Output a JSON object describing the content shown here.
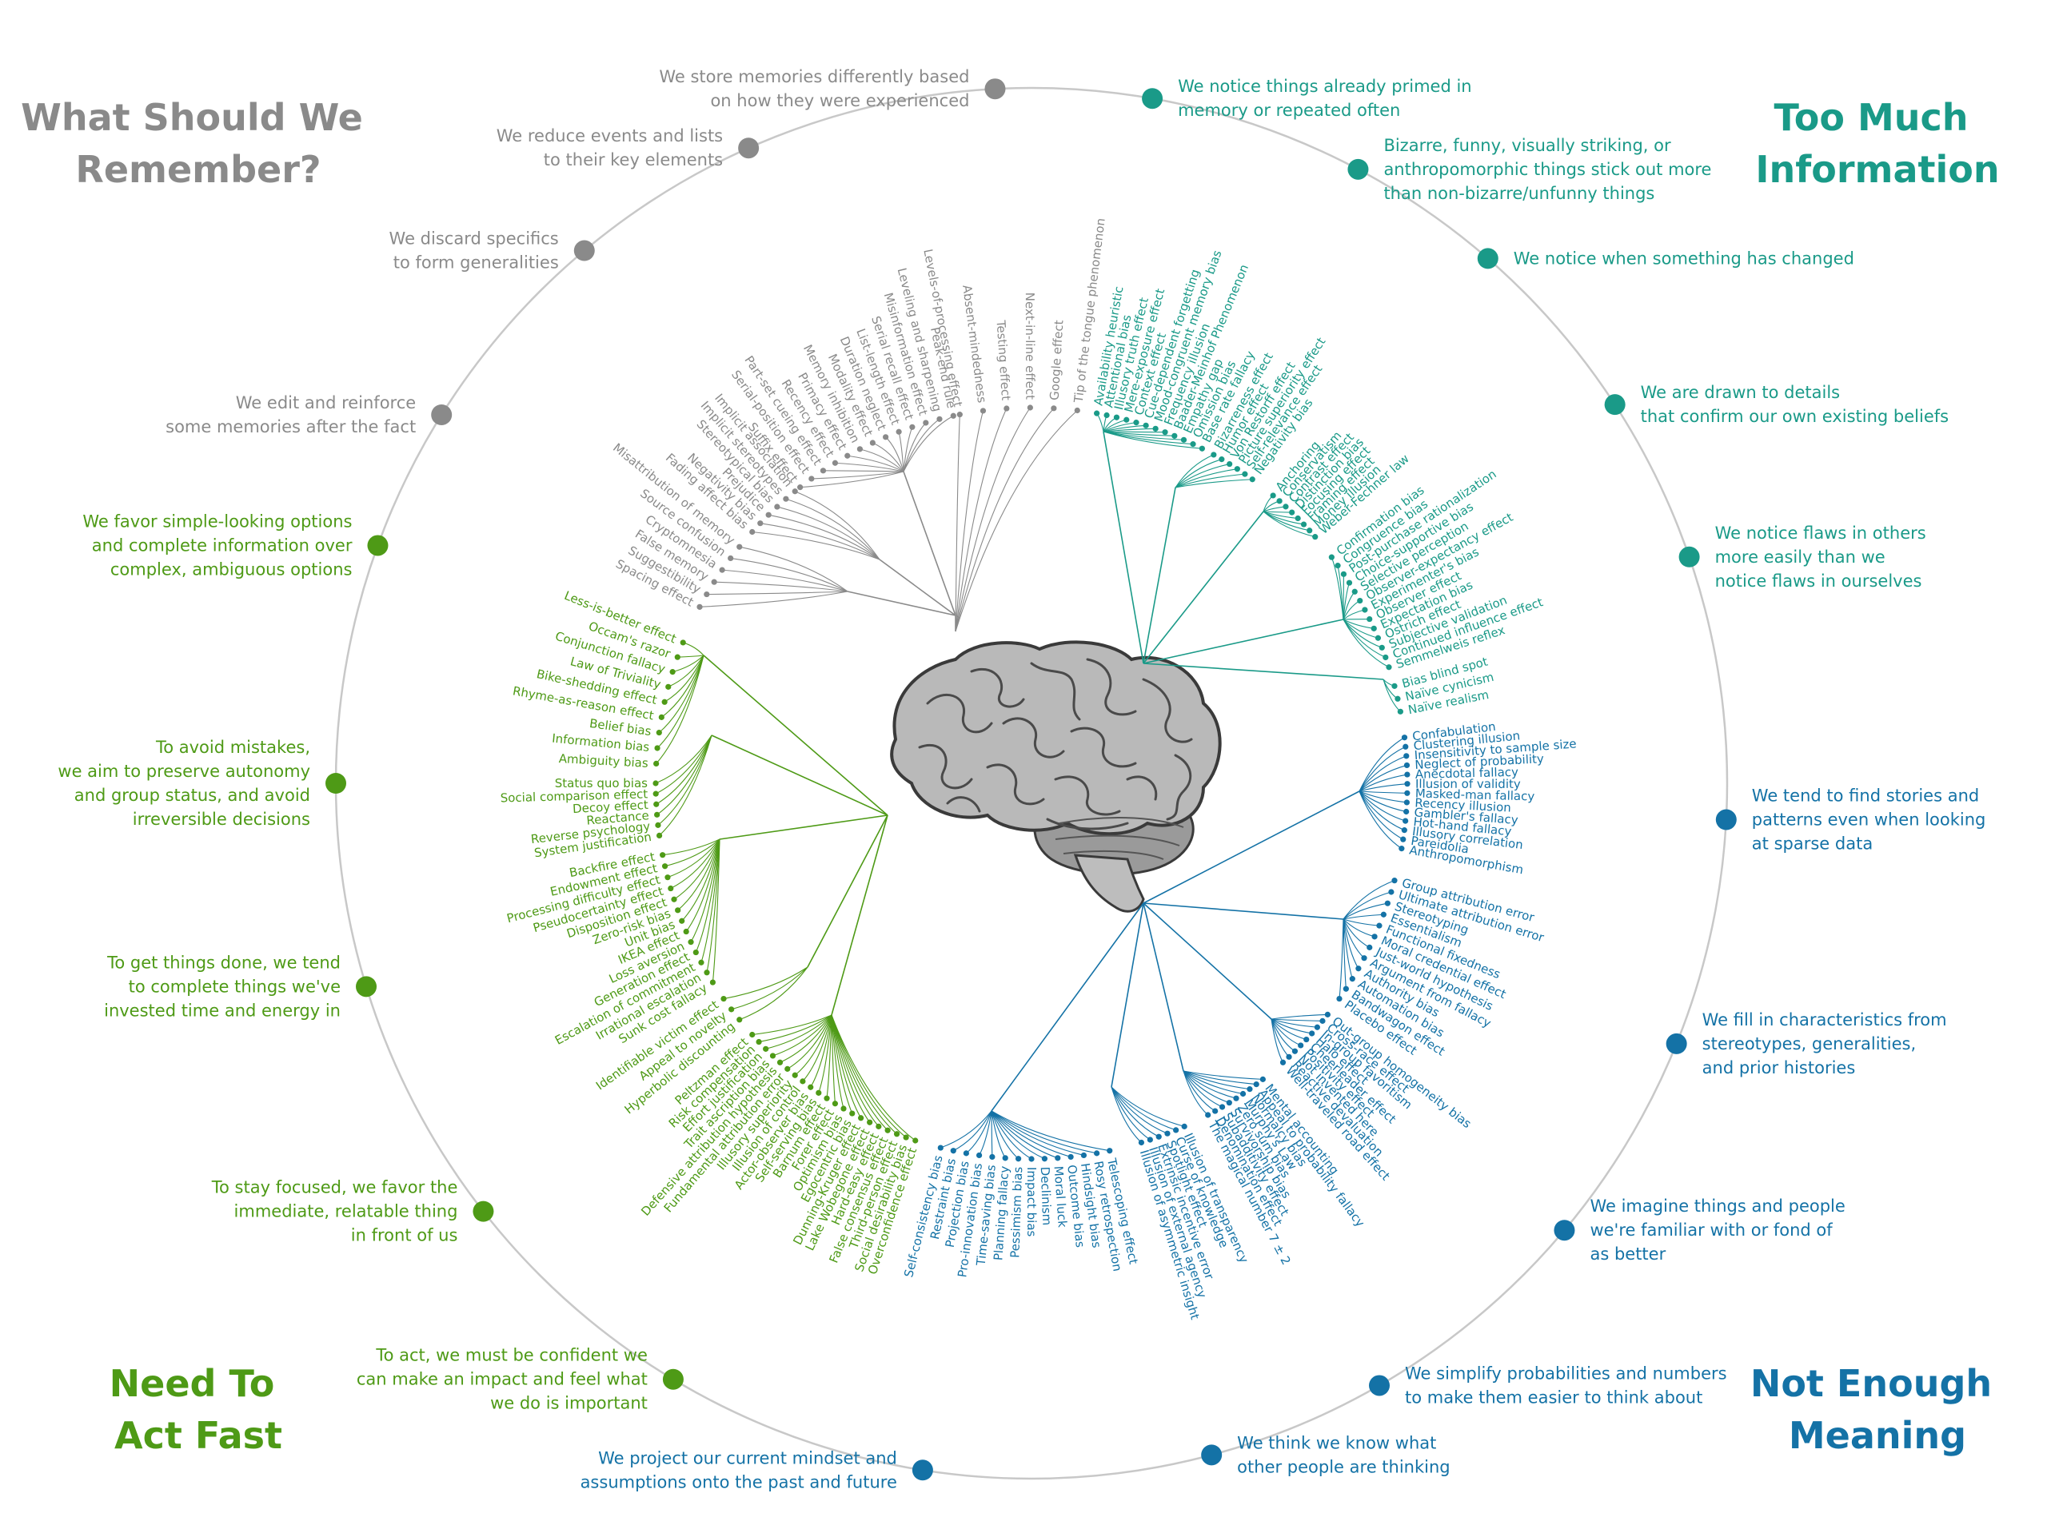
{
  "colors": {
    "remember": "#8a8a8a",
    "info": "#1a9a88",
    "meaning": "#1472a6",
    "act": "#4e9a16",
    "ring": "#c8c8c8"
  },
  "quadrants": [
    {
      "id": "remember",
      "color": "#8a8a8a",
      "title": [
        "What Should We",
        "Remember?"
      ]
    },
    {
      "id": "info",
      "color": "#1a9a88",
      "title": [
        "Too Much",
        "Information"
      ]
    },
    {
      "id": "meaning",
      "color": "#1472a6",
      "title": [
        "Not Enough",
        "Meaning"
      ]
    },
    {
      "id": "act",
      "color": "#4e9a16",
      "title": [
        "Need To",
        "Act Fast"
      ]
    }
  ],
  "groups": [
    {
      "id": "g1",
      "q": "remember",
      "label": [
        "We store memories differently based",
        "on how they were experienced"
      ],
      "biases": [
        "Levels-of-processing effect",
        "Absent-mindedness",
        "Testing effect",
        "Next-in-line effect",
        "Google effect",
        "Tip of the tongue phenomenon"
      ]
    },
    {
      "id": "g2",
      "q": "remember",
      "label": [
        "We reduce events and lists",
        "to their key elements"
      ],
      "biases": [
        "Suffix effect",
        "Serial-position effect",
        "Part-set cueing effect",
        "Recency effect",
        "Primacy effect",
        "Memory inhibition",
        "Modality effect",
        "Duration neglect",
        "List-length effect",
        "Serial recall effect",
        "Misinformation effect",
        "Leveling and sharpening",
        "Peak-end rule"
      ]
    },
    {
      "id": "g3",
      "q": "remember",
      "label": [
        "We discard specifics",
        "to form generalities"
      ],
      "biases": [
        "Fading affect bias",
        "Negativity bias",
        "Prejudice",
        "Stereotypical bias",
        "Implicit stereotypes",
        "Implicit association"
      ]
    },
    {
      "id": "g4",
      "q": "remember",
      "label": [
        "We edit and reinforce",
        "some memories after the fact"
      ],
      "biases": [
        "Spacing effect",
        "Suggestibility",
        "False memory",
        "Cryptomnesia",
        "Source confusion",
        "Misattribution of memory"
      ]
    },
    {
      "id": "g5",
      "q": "info",
      "label": [
        "We notice things already primed in",
        "memory or repeated often"
      ],
      "biases": [
        "Availability heuristic",
        "Attentional bias",
        "Illusory truth effect",
        "Mere-exposure effect",
        "Context effect",
        "Cue-dependent forgetting",
        "Mood-congruent memory bias",
        "Frequency illusion",
        "Baader-Meinhof Phenomenon",
        "Empathy gap",
        "Omission bias",
        "Base rate fallacy"
      ]
    },
    {
      "id": "g6",
      "q": "info",
      "label": [
        "Bizarre, funny, visually striking, or",
        "anthropomorphic things stick out more",
        "than non-bizarre/unfunny things"
      ],
      "biases": [
        "Bizarreness effect",
        "Humor effect",
        "Von Restorff effect",
        "Picture superiority effect",
        "Self-relevance effect",
        "Negativity bias"
      ]
    },
    {
      "id": "g7",
      "q": "info",
      "label": [
        "We notice when something has changed"
      ],
      "biases": [
        "Anchoring",
        "Conservatism",
        "Contrast effect",
        "Distinction bias",
        "Focusing effect",
        "Framing effect",
        "Money illusion",
        "Weber-Fechner law"
      ]
    },
    {
      "id": "g8",
      "q": "info",
      "label": [
        "We are drawn to details",
        "that confirm our own existing beliefs"
      ],
      "biases": [
        "Confirmation bias",
        "Congruence bias",
        "Post-purchase rationalization",
        "Choice-supportive bias",
        "Selective perception",
        "Observer-expectancy effect",
        "Experimenter's bias",
        "Observer effect",
        "Expectation bias",
        "Ostrich effect",
        "Subjective validation",
        "Continued influence effect",
        "Semmelweis reflex"
      ]
    },
    {
      "id": "g9",
      "q": "info",
      "label": [
        "We notice flaws in others",
        "more easily than we",
        "notice flaws in ourselves"
      ],
      "biases": [
        "Bias blind spot",
        "Naïve cynicism",
        "Naïve realism"
      ]
    },
    {
      "id": "g10",
      "q": "meaning",
      "label": [
        "We tend to find stories and",
        "patterns even when looking",
        "at sparse data"
      ],
      "biases": [
        "Confabulation",
        "Clustering illusion",
        "Insensitivity to sample size",
        "Neglect of probability",
        "Anecdotal fallacy",
        "Illusion of validity",
        "Masked-man fallacy",
        "Recency illusion",
        "Gambler's fallacy",
        "Hot-hand fallacy",
        "Illusory correlation",
        "Pareidolia",
        "Anthropomorphism"
      ]
    },
    {
      "id": "g11",
      "q": "meaning",
      "label": [
        "We fill in characteristics from",
        "stereotypes, generalities,",
        "and prior histories"
      ],
      "biases": [
        "Group attribution error",
        "Ultimate attribution error",
        "Stereotyping",
        "Essentialism",
        "Functional fixedness",
        "Moral credential effect",
        "Just-world hypothesis",
        "Argument from fallacy",
        "Authority bias",
        "Automation bias",
        "Bandwagon effect",
        "Placebo effect"
      ]
    },
    {
      "id": "g12",
      "q": "meaning",
      "label": [
        "We imagine things and people",
        "we're familiar with or fond of",
        "as better"
      ],
      "biases": [
        "Out-group homogeneity bias",
        "Cross-race effect",
        "In-group favoritism",
        "Halo effect",
        "Cheerleader effect",
        "Positivity effect",
        "Not invented here",
        "Reactive devaluation",
        "Well-traveled road effect"
      ]
    },
    {
      "id": "g13",
      "q": "meaning",
      "label": [
        "We simplify probabilities and numbers",
        "to make them easier to think about"
      ],
      "biases": [
        "Mental accounting",
        "Appeal to probability fallacy",
        "Normalcy bias",
        "Murphy's Law",
        "Zero sum bias",
        "Survivorship bias",
        "Subadditivity effect",
        "Denomination effect",
        "The magical number 7 ± 2"
      ]
    },
    {
      "id": "g14",
      "q": "meaning",
      "label": [
        "We think we know what",
        "other people are thinking"
      ],
      "biases": [
        "Illusion of transparency",
        "Curse of knowledge",
        "Spotlight effect",
        "Extrinsic incentive error",
        "Illusion of external agency",
        "Illusion of asymmetric insight"
      ]
    },
    {
      "id": "g15",
      "q": "meaning",
      "label": [
        "We project our current mindset and",
        "assumptions onto the past and future"
      ],
      "biases": [
        "Telescoping effect",
        "Rosy retrospection",
        "Hindsight bias",
        "Outcome bias",
        "Moral luck",
        "Declinism",
        "Impact bias",
        "Pessimism bias",
        "Planning fallacy",
        "Time-saving bias",
        "Pro-innovation bias",
        "Projection bias",
        "Restraint bias",
        "Self-consistency bias"
      ]
    },
    {
      "id": "g16",
      "q": "act",
      "label": [
        "To act, we must be confident we",
        "can make an impact and feel what",
        "we do is important"
      ],
      "biases": [
        "Overconfidence effect",
        "Social desirability bias",
        "Third-person effect",
        "False consensus effect",
        "Hard-easy effect",
        "Lake Wobegone effect",
        "Dunning-Kruger effect",
        "Egocentric bias",
        "Optimism bias",
        "Forer effect",
        "Barnum effect",
        "Self-serving bias",
        "Actor-observer bias",
        "Illusion of control",
        "Illusory superiority",
        "Fundamental attribution error",
        "Defensive attribution hypothesis",
        "Trait ascription bias",
        "Effort justification",
        "Risk compensation",
        "Peltzman effect"
      ]
    },
    {
      "id": "g17",
      "q": "act",
      "label": [
        "To stay focused, we favor the",
        "immediate, relatable thing",
        "in front of us"
      ],
      "biases": [
        "Hyperbolic discounting",
        "Appeal to novelty",
        "Identifiable victim effect"
      ]
    },
    {
      "id": "g18",
      "q": "act",
      "label": [
        "To get things done, we tend",
        "to complete things we've",
        "invested time and energy in"
      ],
      "biases": [
        "Sunk cost fallacy",
        "Irrational escalation",
        "Escalation of commitment",
        "Generation effect",
        "Loss aversion",
        "IKEA effect",
        "Unit bias",
        "Zero-risk bias",
        "Disposition effect",
        "Pseudocertainty effect",
        "Processing difficulty effect",
        "Endowment effect",
        "Backfire effect"
      ]
    },
    {
      "id": "g19",
      "q": "act",
      "label": [
        "To avoid mistakes,",
        "we aim to preserve autonomy",
        "and group status, and avoid",
        "irreversible decisions"
      ],
      "biases": [
        "System justification",
        "Reverse psychology",
        "Reactance",
        "Decoy effect",
        "Social comparison effect",
        "Status quo bias"
      ]
    },
    {
      "id": "g20",
      "q": "act",
      "label": [
        "We favor simple-looking options",
        "and complete information over",
        "complex, ambiguous options"
      ],
      "biases": [
        "Ambiguity bias",
        "Information bias",
        "Belief bias",
        "Rhyme-as-reason effect",
        "Bike-shedding effect",
        "Law of Triviality",
        "Conjunction fallacy",
        "Occam's razor",
        "Less-is-better effect"
      ]
    }
  ]
}
